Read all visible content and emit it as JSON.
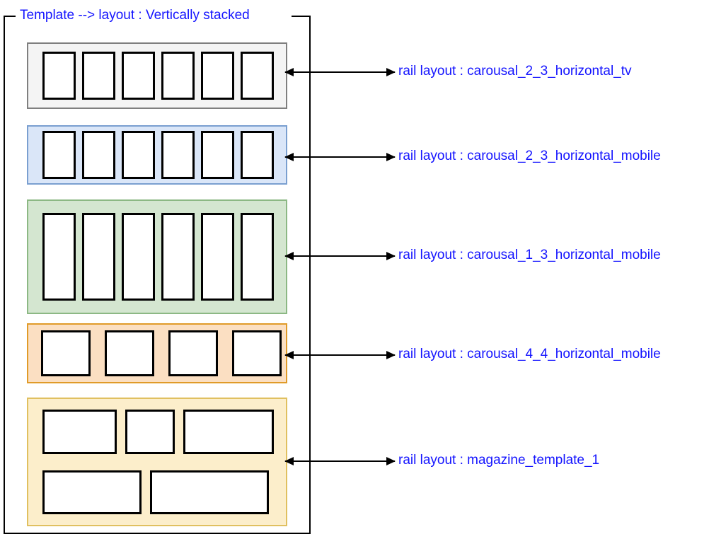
{
  "diagram": {
    "title": "Template --> layout : Vertically stacked",
    "accent_color": "#1414ff",
    "frame_color": "#000000",
    "label_prefix": "rail layout :",
    "rails": [
      {
        "name": "carousal_2_3_horizontal_tv",
        "label": "rail layout :  carousal_2_3_horizontal_tv",
        "fill": "#f4f4f4",
        "border": "#7f7f7f",
        "card_shape": "portrait",
        "card_count": 6,
        "rows": [
          {
            "cards": [
              {
                "w": 47,
                "h": 68
              },
              {
                "w": 47,
                "h": 68
              },
              {
                "w": 47,
                "h": 68
              },
              {
                "w": 47,
                "h": 68
              },
              {
                "w": 47,
                "h": 68
              },
              {
                "w": 47,
                "h": 68
              }
            ],
            "gap": 9
          }
        ]
      },
      {
        "name": "carousal_2_3_horizontal_mobile",
        "label": "rail layout :  carousal_2_3_horizontal_mobile",
        "fill": "#dae6f8",
        "border": "#7a9fd0",
        "card_shape": "portrait",
        "card_count": 6,
        "rows": [
          {
            "cards": [
              {
                "w": 47,
                "h": 68
              },
              {
                "w": 47,
                "h": 68
              },
              {
                "w": 47,
                "h": 68
              },
              {
                "w": 47,
                "h": 68
              },
              {
                "w": 47,
                "h": 68
              },
              {
                "w": 47,
                "h": 68
              }
            ],
            "gap": 9
          }
        ]
      },
      {
        "name": "carousal_1_3_horizontal_mobile",
        "label": "rail layout :  carousal_1_3_horizontal_mobile",
        "fill": "#d4e6d0",
        "border": "#8cb884",
        "card_shape": "tall-portrait",
        "card_count": 6,
        "rows": [
          {
            "cards": [
              {
                "w": 47,
                "h": 124
              },
              {
                "w": 47,
                "h": 124
              },
              {
                "w": 47,
                "h": 124
              },
              {
                "w": 47,
                "h": 124
              },
              {
                "w": 47,
                "h": 124
              },
              {
                "w": 47,
                "h": 124
              }
            ],
            "gap": 9
          }
        ]
      },
      {
        "name": "carousal_4_4_horizontal_mobile",
        "label": "rail layout :  carousal_4_4_horizontal_mobile",
        "fill": "#fbdfc2",
        "border": "#e09b29",
        "card_shape": "square",
        "card_count": 4,
        "rows": [
          {
            "cards": [
              {
                "w": 70,
                "h": 65
              },
              {
                "w": 70,
                "h": 65
              },
              {
                "w": 70,
                "h": 65
              },
              {
                "w": 70,
                "h": 65
              }
            ],
            "gap": 20
          }
        ]
      },
      {
        "name": "magazine_template_1",
        "label": "rail layout :  magazine_template_1",
        "fill": "#fceecb",
        "border": "#e0c060",
        "card_shape": "mixed-landscape",
        "card_count": 5,
        "rows": [
          {
            "cards": [
              {
                "w": 105,
                "h": 63
              },
              {
                "w": 70,
                "h": 63
              },
              {
                "w": 128,
                "h": 63
              }
            ],
            "gap": 12
          },
          {
            "cards": [
              {
                "w": 140,
                "h": 62
              },
              {
                "w": 168,
                "h": 62
              }
            ],
            "gap": 12
          }
        ]
      }
    ]
  }
}
